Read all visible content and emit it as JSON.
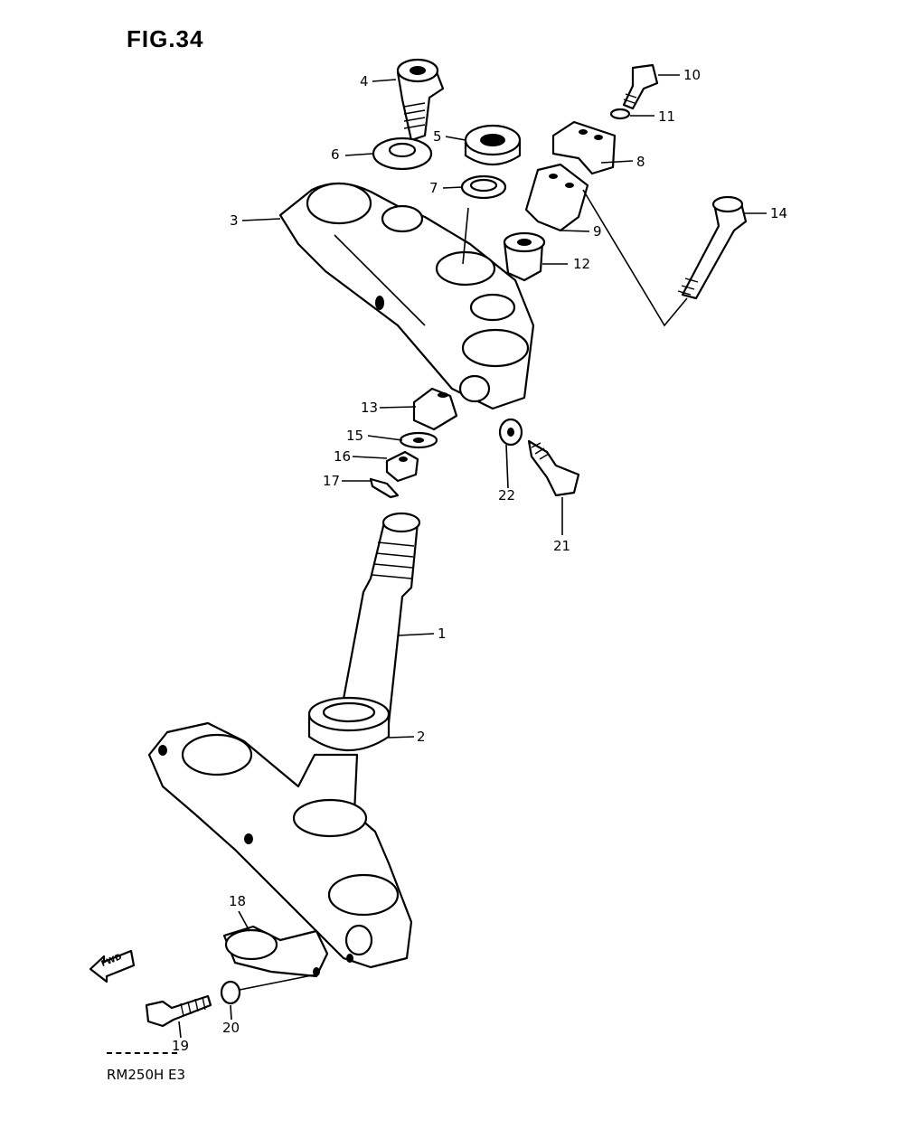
{
  "figure": {
    "title": "FIG.34",
    "model": "RM250H E3"
  },
  "parts": [
    {
      "id": "1",
      "label": "1"
    },
    {
      "id": "2",
      "label": "2"
    },
    {
      "id": "3",
      "label": "3"
    },
    {
      "id": "4",
      "label": "4"
    },
    {
      "id": "5",
      "label": "5"
    },
    {
      "id": "6",
      "label": "6"
    },
    {
      "id": "7",
      "label": "7"
    },
    {
      "id": "8",
      "label": "8"
    },
    {
      "id": "9",
      "label": "9"
    },
    {
      "id": "10",
      "label": "10"
    },
    {
      "id": "11",
      "label": "11"
    },
    {
      "id": "12",
      "label": "12"
    },
    {
      "id": "13",
      "label": "13"
    },
    {
      "id": "14",
      "label": "14"
    },
    {
      "id": "15",
      "label": "15"
    },
    {
      "id": "16",
      "label": "16"
    },
    {
      "id": "17",
      "label": "17"
    },
    {
      "id": "18",
      "label": "18"
    },
    {
      "id": "19",
      "label": "19"
    },
    {
      "id": "20",
      "label": "20"
    },
    {
      "id": "21",
      "label": "21"
    },
    {
      "id": "22",
      "label": "22"
    }
  ],
  "direction_arrow": {
    "label": "FWD"
  }
}
